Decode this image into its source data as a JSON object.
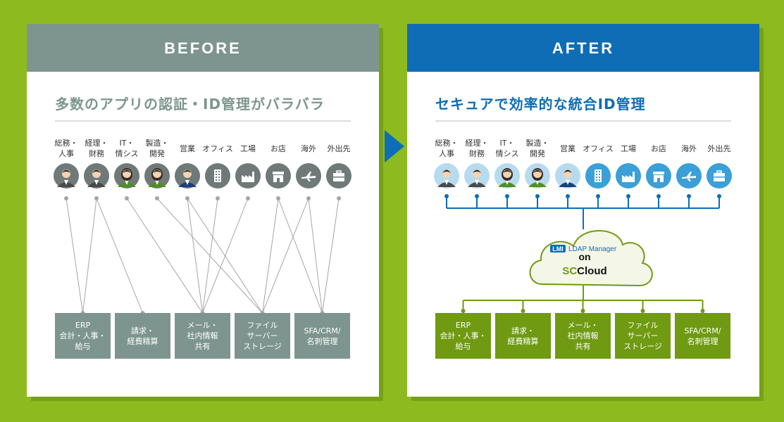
{
  "before": {
    "header": "BEFORE",
    "title": "多数のアプリの認証・ID管理がバラバラ",
    "header_color": "#7d958e",
    "title_color": "#7d958e",
    "box_color": "#7d958e"
  },
  "after": {
    "header": "AFTER",
    "title": "セキュアで効率的な統合ID管理",
    "header_color": "#0e6db4",
    "title_color": "#0e6db4",
    "box_color": "#6f9a12",
    "hub": {
      "logo_text": "LDAP Manager",
      "on_text": "on",
      "cloud_prefix": "SC",
      "cloud_suffix": "Cloud"
    }
  },
  "categories": [
    {
      "line1": "総務・",
      "line2": "人事",
      "icon": "person-icon"
    },
    {
      "line1": "経理・",
      "line2": "財務",
      "icon": "person-icon"
    },
    {
      "line1": "IT・",
      "line2": "情シス",
      "icon": "person-woman-icon"
    },
    {
      "line1": "製造・",
      "line2": "開発",
      "icon": "person-woman-icon"
    },
    {
      "line1": "営業",
      "line2": "",
      "icon": "person-suit-icon"
    },
    {
      "line1": "オフィス",
      "line2": "",
      "icon": "office-building-icon"
    },
    {
      "line1": "工場",
      "line2": "",
      "icon": "factory-icon"
    },
    {
      "line1": "お店",
      "line2": "",
      "icon": "store-icon"
    },
    {
      "line1": "海外",
      "line2": "",
      "icon": "airplane-icon"
    },
    {
      "line1": "外出先",
      "line2": "",
      "icon": "briefcase-icon"
    }
  ],
  "apps": [
    {
      "lines": [
        "ERP",
        "会計・人事・",
        "給与"
      ]
    },
    {
      "lines": [
        "請求・",
        "経費精算"
      ]
    },
    {
      "lines": [
        "メール・",
        "社内情報",
        "共有"
      ]
    },
    {
      "lines": [
        "ファイル",
        "サーバー",
        "ストレージ"
      ]
    },
    {
      "lines": [
        "SFA/CRM/",
        "名刺管理"
      ]
    }
  ],
  "before_connections": [
    [
      0,
      0
    ],
    [
      1,
      0
    ],
    [
      1,
      1
    ],
    [
      2,
      2
    ],
    [
      3,
      3
    ],
    [
      4,
      2
    ],
    [
      4,
      3
    ],
    [
      5,
      2
    ],
    [
      6,
      2
    ],
    [
      7,
      3
    ],
    [
      7,
      4
    ],
    [
      8,
      3
    ],
    [
      8,
      4
    ],
    [
      9,
      4
    ]
  ],
  "colors": {
    "background": "#8dbb1f",
    "skin": "#f2d3b4",
    "hair": "#3a2a24",
    "suit_gray": "#4a4a4a",
    "suit_navy": "#1b3f7a",
    "suit_green": "#4f8f22",
    "before_avatar_bg": "#6f7a78",
    "after_avatar_bg": "#b6dbef",
    "after_icon_bg": "#3b9fd8",
    "before_line": "#a5a5a5",
    "after_top_line": "#0e6db4",
    "after_bottom_line": "#6f9a12"
  }
}
